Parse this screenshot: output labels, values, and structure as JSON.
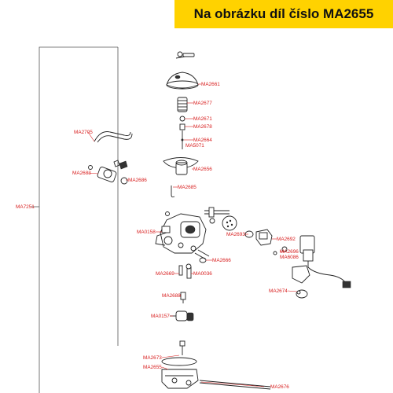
{
  "banner": {
    "text": "Na obrázku díl číslo MA2655",
    "highlight_color": "#ffd200"
  },
  "label_color": "#d81e1e",
  "labels": {
    "ma2661": "MA2661",
    "ma2677": "MA2677",
    "ma2671": "MA2671",
    "ma2678": "MA2678",
    "ma2664": "MA2664",
    "ma5071": "MA5071",
    "ma2705": "MA2705",
    "ma2656": "MA2656",
    "ma2683": "MA2683",
    "ma2686": "MA2686",
    "ma2685": "MA2685",
    "ma7251": "MA7251",
    "ma0158": "MA0158",
    "ma2693": "MA2693",
    "ma2692": "MA2692",
    "ma2696": "MA2696",
    "ma6086": "MA6086",
    "ma2666": "MA2666",
    "ma2669": "MA2669",
    "ma0036": "MA0036",
    "ma2674": "MA2674",
    "ma2688": "MA2688",
    "ma0157": "MA0157",
    "ma2673": "MA2673",
    "ma2655": "MA2655",
    "ma2676": "MA2676"
  }
}
